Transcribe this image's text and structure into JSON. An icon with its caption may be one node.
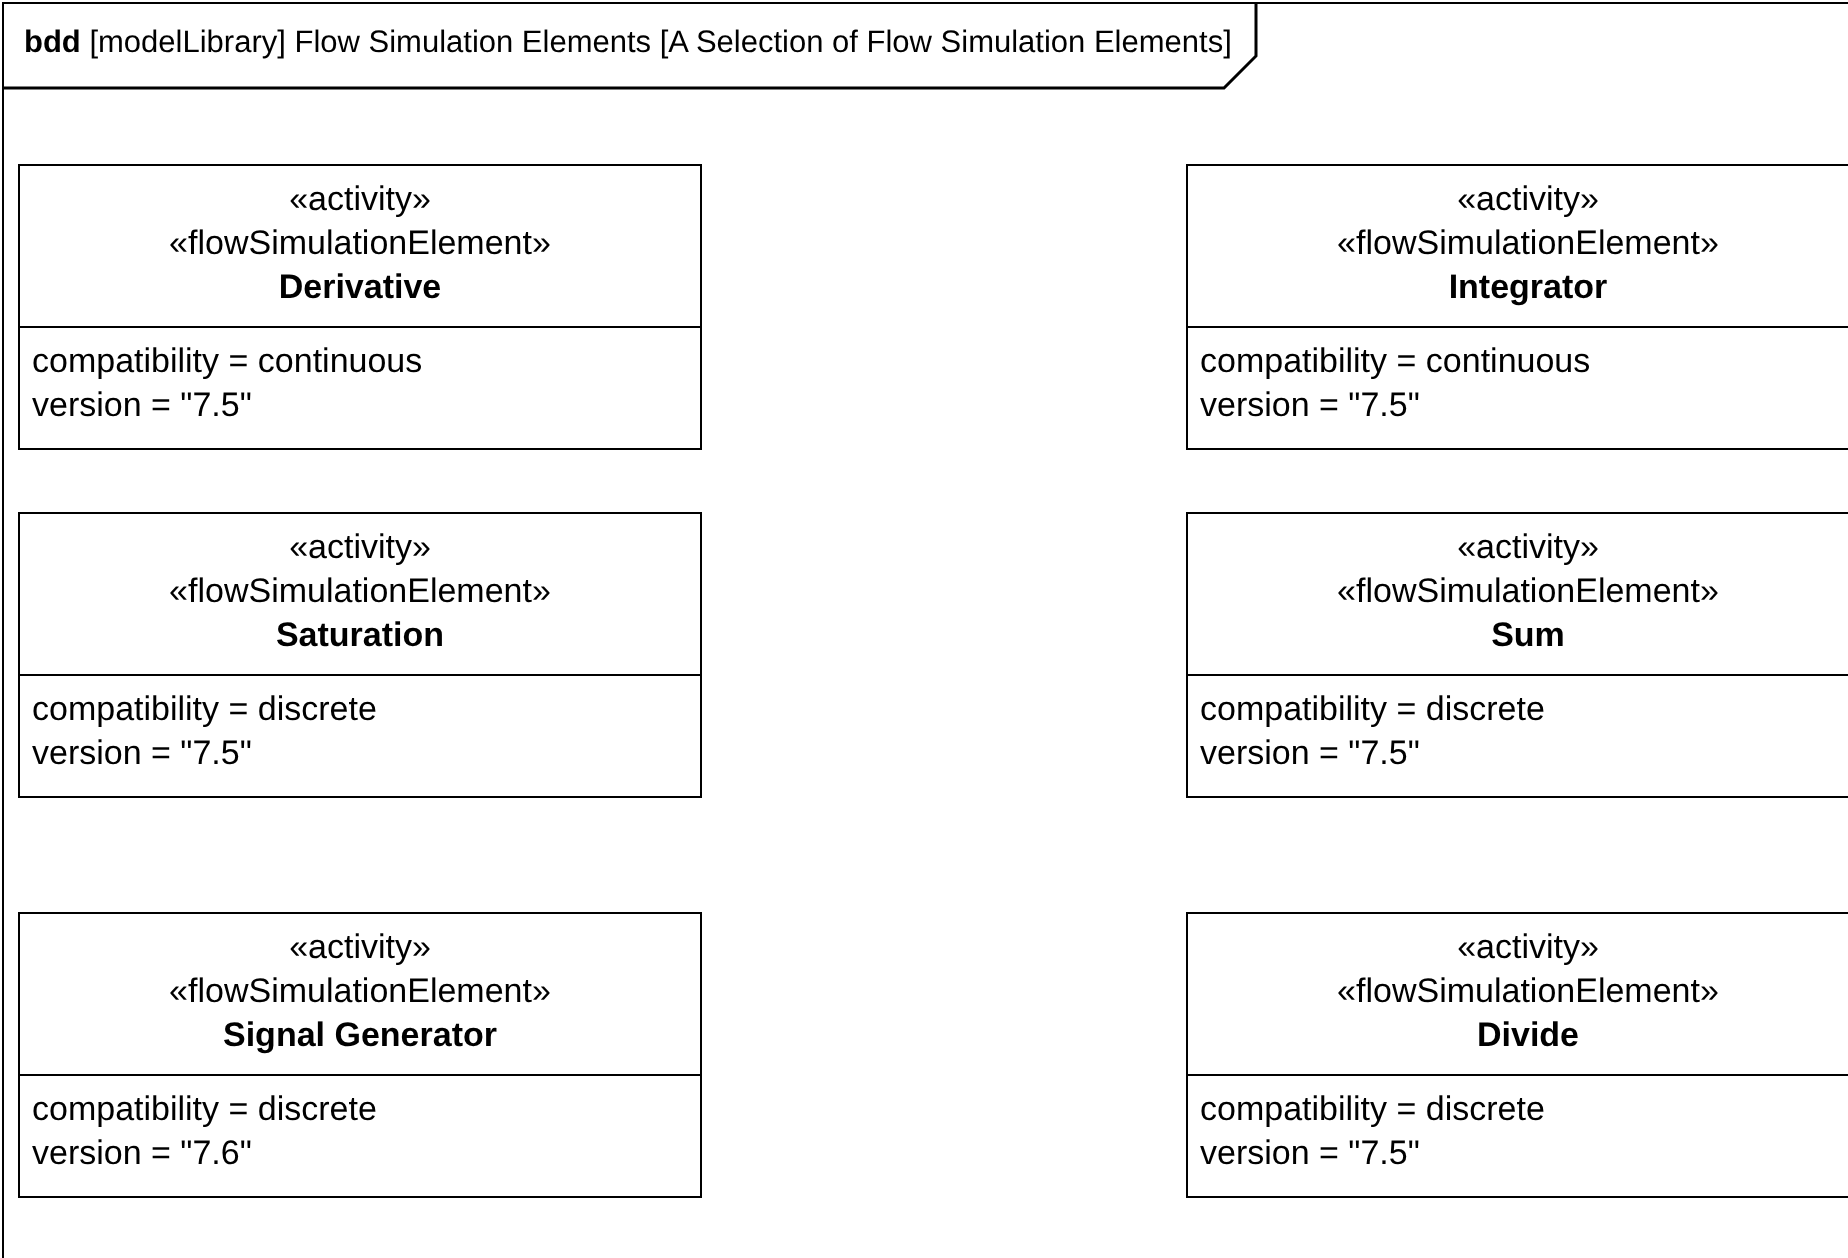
{
  "diagram": {
    "nodes": [
      {
        "text": [
          "**bdd** [modelLibrary] Flow Simulation Elements [A Selection of Flow Simulation Elements]"
        ]
      },
      {
        "text": [
          "«activity»",
          "«flowSimulationElement»",
          "Derivative",
          "compatibility = continuous",
          "version = \"7.5\""
        ],
        "in": 0
      },
      {
        "text": [
          "«activity»",
          "«flowSimulationElement»",
          "Integrator",
          "compatibility = continuous",
          "version = \"7.5\""
        ],
        "in": 0
      },
      {
        "text": [
          "«activity»",
          "«flowSimulationElement»",
          "Saturation",
          "compatibility = discrete",
          "version = \"7.5\""
        ],
        "in": 0
      },
      {
        "text": [
          "«activity»",
          "«flowSimulationElement»",
          "Sum",
          "compatibility = discrete",
          "version = \"7.5\""
        ],
        "in": 0
      },
      {
        "text": [
          "«activity»",
          "«flowSimulationElement»",
          "Signal Generator",
          "compatibility = discrete",
          "version = \"7.6\""
        ],
        "in": 0
      },
      {
        "text": [
          "«activity»",
          "«flowSimulationElement»",
          "Divide",
          "compatibility = discrete",
          "version = \"7.5\""
        ],
        "in": 0
      }
    ]
  }
}
